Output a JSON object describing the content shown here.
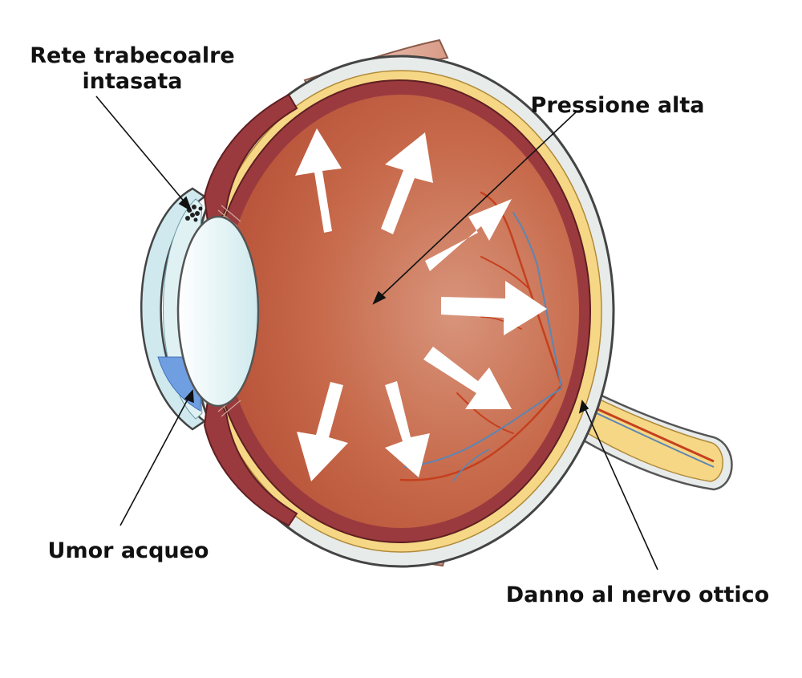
{
  "labels": {
    "trabecular_line1": "Rete trabecoalre",
    "trabecular_line2": "intasata",
    "pressure": "Pressione alta",
    "aqueous": "Umor acqueo",
    "optic_damage": "Danno al nervo ottico"
  },
  "colors": {
    "vitreous": "#c7694a",
    "choroid": "#9b3a3e",
    "retina_yellow": "#f6d785",
    "sclera": "#e7ebea",
    "cornea": "#cfe9ee",
    "lens": "#e8f5f6",
    "aqueous_fluid": "#6f9fe0",
    "muscle": "#e5b9a8",
    "arrow": "#ffffff",
    "vessel_red": "#c5401e",
    "vessel_blue": "#5b86b4"
  }
}
